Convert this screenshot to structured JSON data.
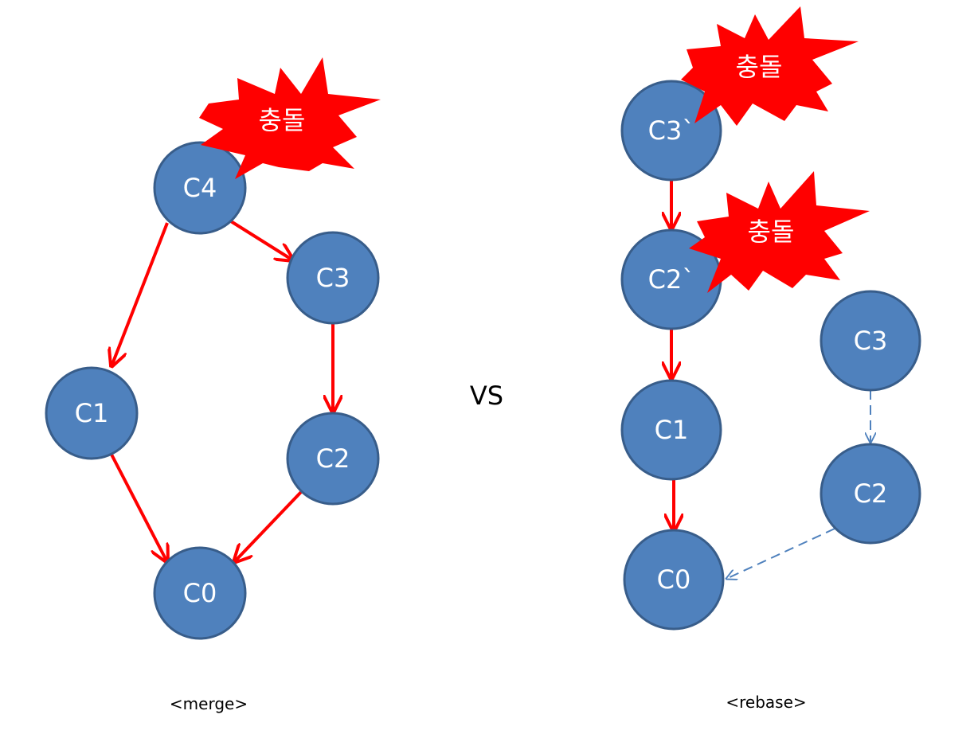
{
  "separator_label": "VS",
  "merge": {
    "caption": "<merge>",
    "nodes": {
      "c4": "C4",
      "c3": "C3",
      "c1": "C1",
      "c2": "C2",
      "c0": "C0"
    },
    "conflict_label": "충돌"
  },
  "rebase": {
    "caption": "<rebase>",
    "nodes": {
      "c3_prime": "C3`",
      "c2_prime": "C2`",
      "c1": "C1",
      "c0": "C0",
      "c3_old": "C3",
      "c2_old": "C2"
    },
    "conflict_top_label": "충돌",
    "conflict_mid_label": "충돌"
  },
  "colors": {
    "node_fill": "#4f81bd",
    "node_stroke": "#385d8a",
    "edge": "#ff0000",
    "burst": "#ff0000",
    "dashed_edge": "#4f81bd"
  }
}
